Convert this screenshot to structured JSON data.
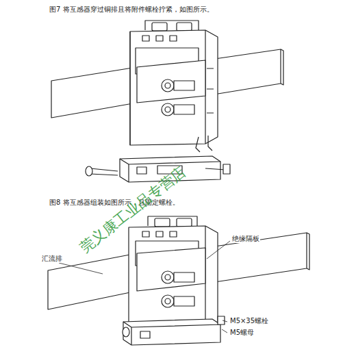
{
  "diagram": {
    "labels": [
      "图7 将互感器穿过铜排且将附件螺栓拧紧，如图所示。",
      "图8 将互感器组装如图所示，且固定螺栓。",
      "汇流排",
      "绝缘隔板",
      "M5×35螺栓",
      "M5螺母",
      "莞义康工业品专营店"
    ]
  }
}
